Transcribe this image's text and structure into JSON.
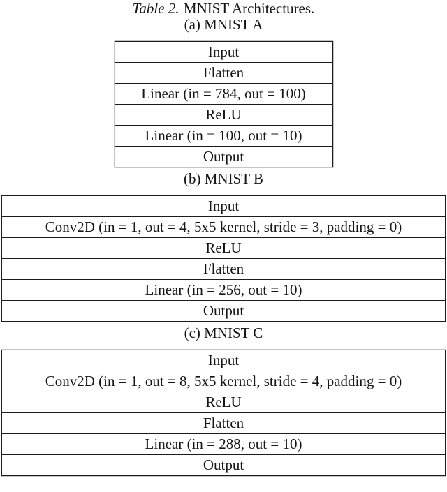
{
  "title": {
    "prefix": "Table 2.",
    "rest": "MNIST Architectures."
  },
  "subtables": [
    {
      "caption": "(a) MNIST A",
      "rows": [
        "Input",
        "Flatten",
        "Linear (in = 784, out = 100)",
        "ReLU",
        "Linear (in = 100, out = 10)",
        "Output"
      ]
    },
    {
      "caption": "(b) MNIST B",
      "rows": [
        "Input",
        "Conv2D (in = 1, out = 4, 5x5 kernel, stride = 3, padding = 0)",
        "ReLU",
        "Flatten",
        "Linear (in = 256, out = 10)",
        "Output"
      ]
    },
    {
      "caption": "(c) MNIST C",
      "rows": [
        "Input",
        "Conv2D (in = 1, out = 8, 5x5 kernel, stride = 4, padding = 0)",
        "ReLU",
        "Flatten",
        "Linear (in = 288, out = 10)",
        "Output"
      ]
    }
  ]
}
